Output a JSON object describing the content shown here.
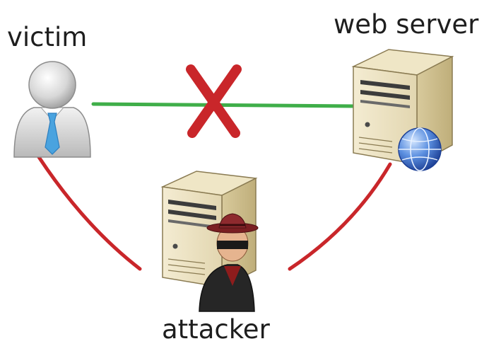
{
  "nodes": {
    "victim": {
      "label": "victim",
      "icon": "user-icon"
    },
    "web_server": {
      "label": "web server",
      "icon": "server-globe-icon"
    },
    "attacker": {
      "label": "attacker",
      "icon": "server-spy-icon"
    }
  },
  "connections": [
    {
      "from": "victim",
      "to": "web_server",
      "color": "#3fae49",
      "blocked": true,
      "block_mark_color": "#c9262a"
    },
    {
      "from": "victim",
      "to": "attacker",
      "color": "#c9262a",
      "blocked": false
    },
    {
      "from": "attacker",
      "to": "web_server",
      "color": "#c9262a",
      "blocked": false
    }
  ]
}
